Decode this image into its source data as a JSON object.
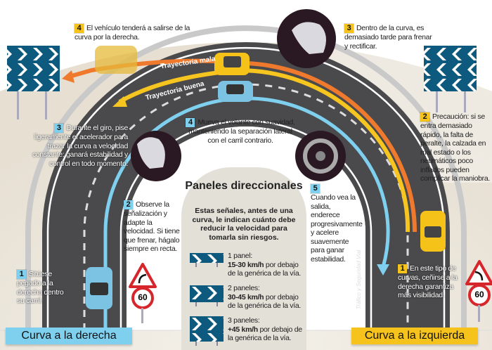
{
  "road_labels": {
    "bad_path": "Trayectoria mala",
    "good_path": "Trayectoria buena"
  },
  "right_curve": {
    "title": "Curva a la derecha",
    "color": "#7fd0ee",
    "steps": [
      {
        "num": "1",
        "text": "Sitúese pegado a la derecha dentro su carril."
      },
      {
        "num": "2",
        "text": "Observe la señalización y adapte la velocidad. Si tiene que frenar, hágalo siempre en recta."
      },
      {
        "num": "3",
        "text": "Durante el giro, pise ligeramente el acelerador para trazar la curva a velocidad constante: ganará estabilidad y control en todo momento."
      },
      {
        "num": "4",
        "text": "Mueva el volante con suavidad, manteniendo la separación lateral con el carril contrario."
      },
      {
        "num": "5",
        "text": "Cuando vea la salida, enderece progresivamente y acelere suavemente para ganar estabilidad."
      }
    ],
    "speed_sign": "60"
  },
  "left_curve": {
    "title": "Curva a la izquierda",
    "color": "#f6c21c",
    "steps": [
      {
        "num": "1",
        "text": "En este tipo de curvas, ceñirse a la derecha garantiza más visibilidad."
      },
      {
        "num": "2",
        "text": "Precaución: si se entra demasiado rápido, la falta de peralte, la calzada en mal estado o los neumáticos poco inflados pueden complicar la maniobra."
      },
      {
        "num": "3",
        "text": "Dentro de la curva, es demasiado tarde para frenar y rectificar."
      },
      {
        "num": "4",
        "text": "El vehículo tenderá a salirse de la curva por la derecha."
      }
    ],
    "speed_sign": "60"
  },
  "panels_box": {
    "title": "Paneles direccionales",
    "description": "Estas señales, antes de una curva, le indican cuánto debe reducir la velocidad para tomarla sin riesgos.",
    "entries": [
      {
        "label": "1 panel:",
        "speed": "15-30 km/h",
        "rest": "por debajo de la genérica de la vía."
      },
      {
        "label": "2 paneles:",
        "speed": "30-45 km/h",
        "rest": "por debajo de la genérica de la vía."
      },
      {
        "label": "3 paneles:",
        "speed": "+45 km/h",
        "rest": "por debajo de la genérica de la vía."
      }
    ]
  },
  "credit": "Tráfico y Seguridad Vial",
  "colors": {
    "sign_blue": "#0e5a7e",
    "asphalt": "#4a4a4c",
    "bad_path": "#ef7a2e",
    "good_path": "#f7c51f",
    "right_path": "#7fd0ee",
    "gravel": "#ebe6dc",
    "panel_bg": "#e3e0d8"
  },
  "icons": [
    "chevron-panel-icon",
    "curve-right-warning-sign-icon",
    "curve-left-warning-sign-icon",
    "speed-limit-sign-icon",
    "steering-wheel-icon",
    "pedal-foot-icon",
    "car-icon",
    "arrow-icon"
  ]
}
